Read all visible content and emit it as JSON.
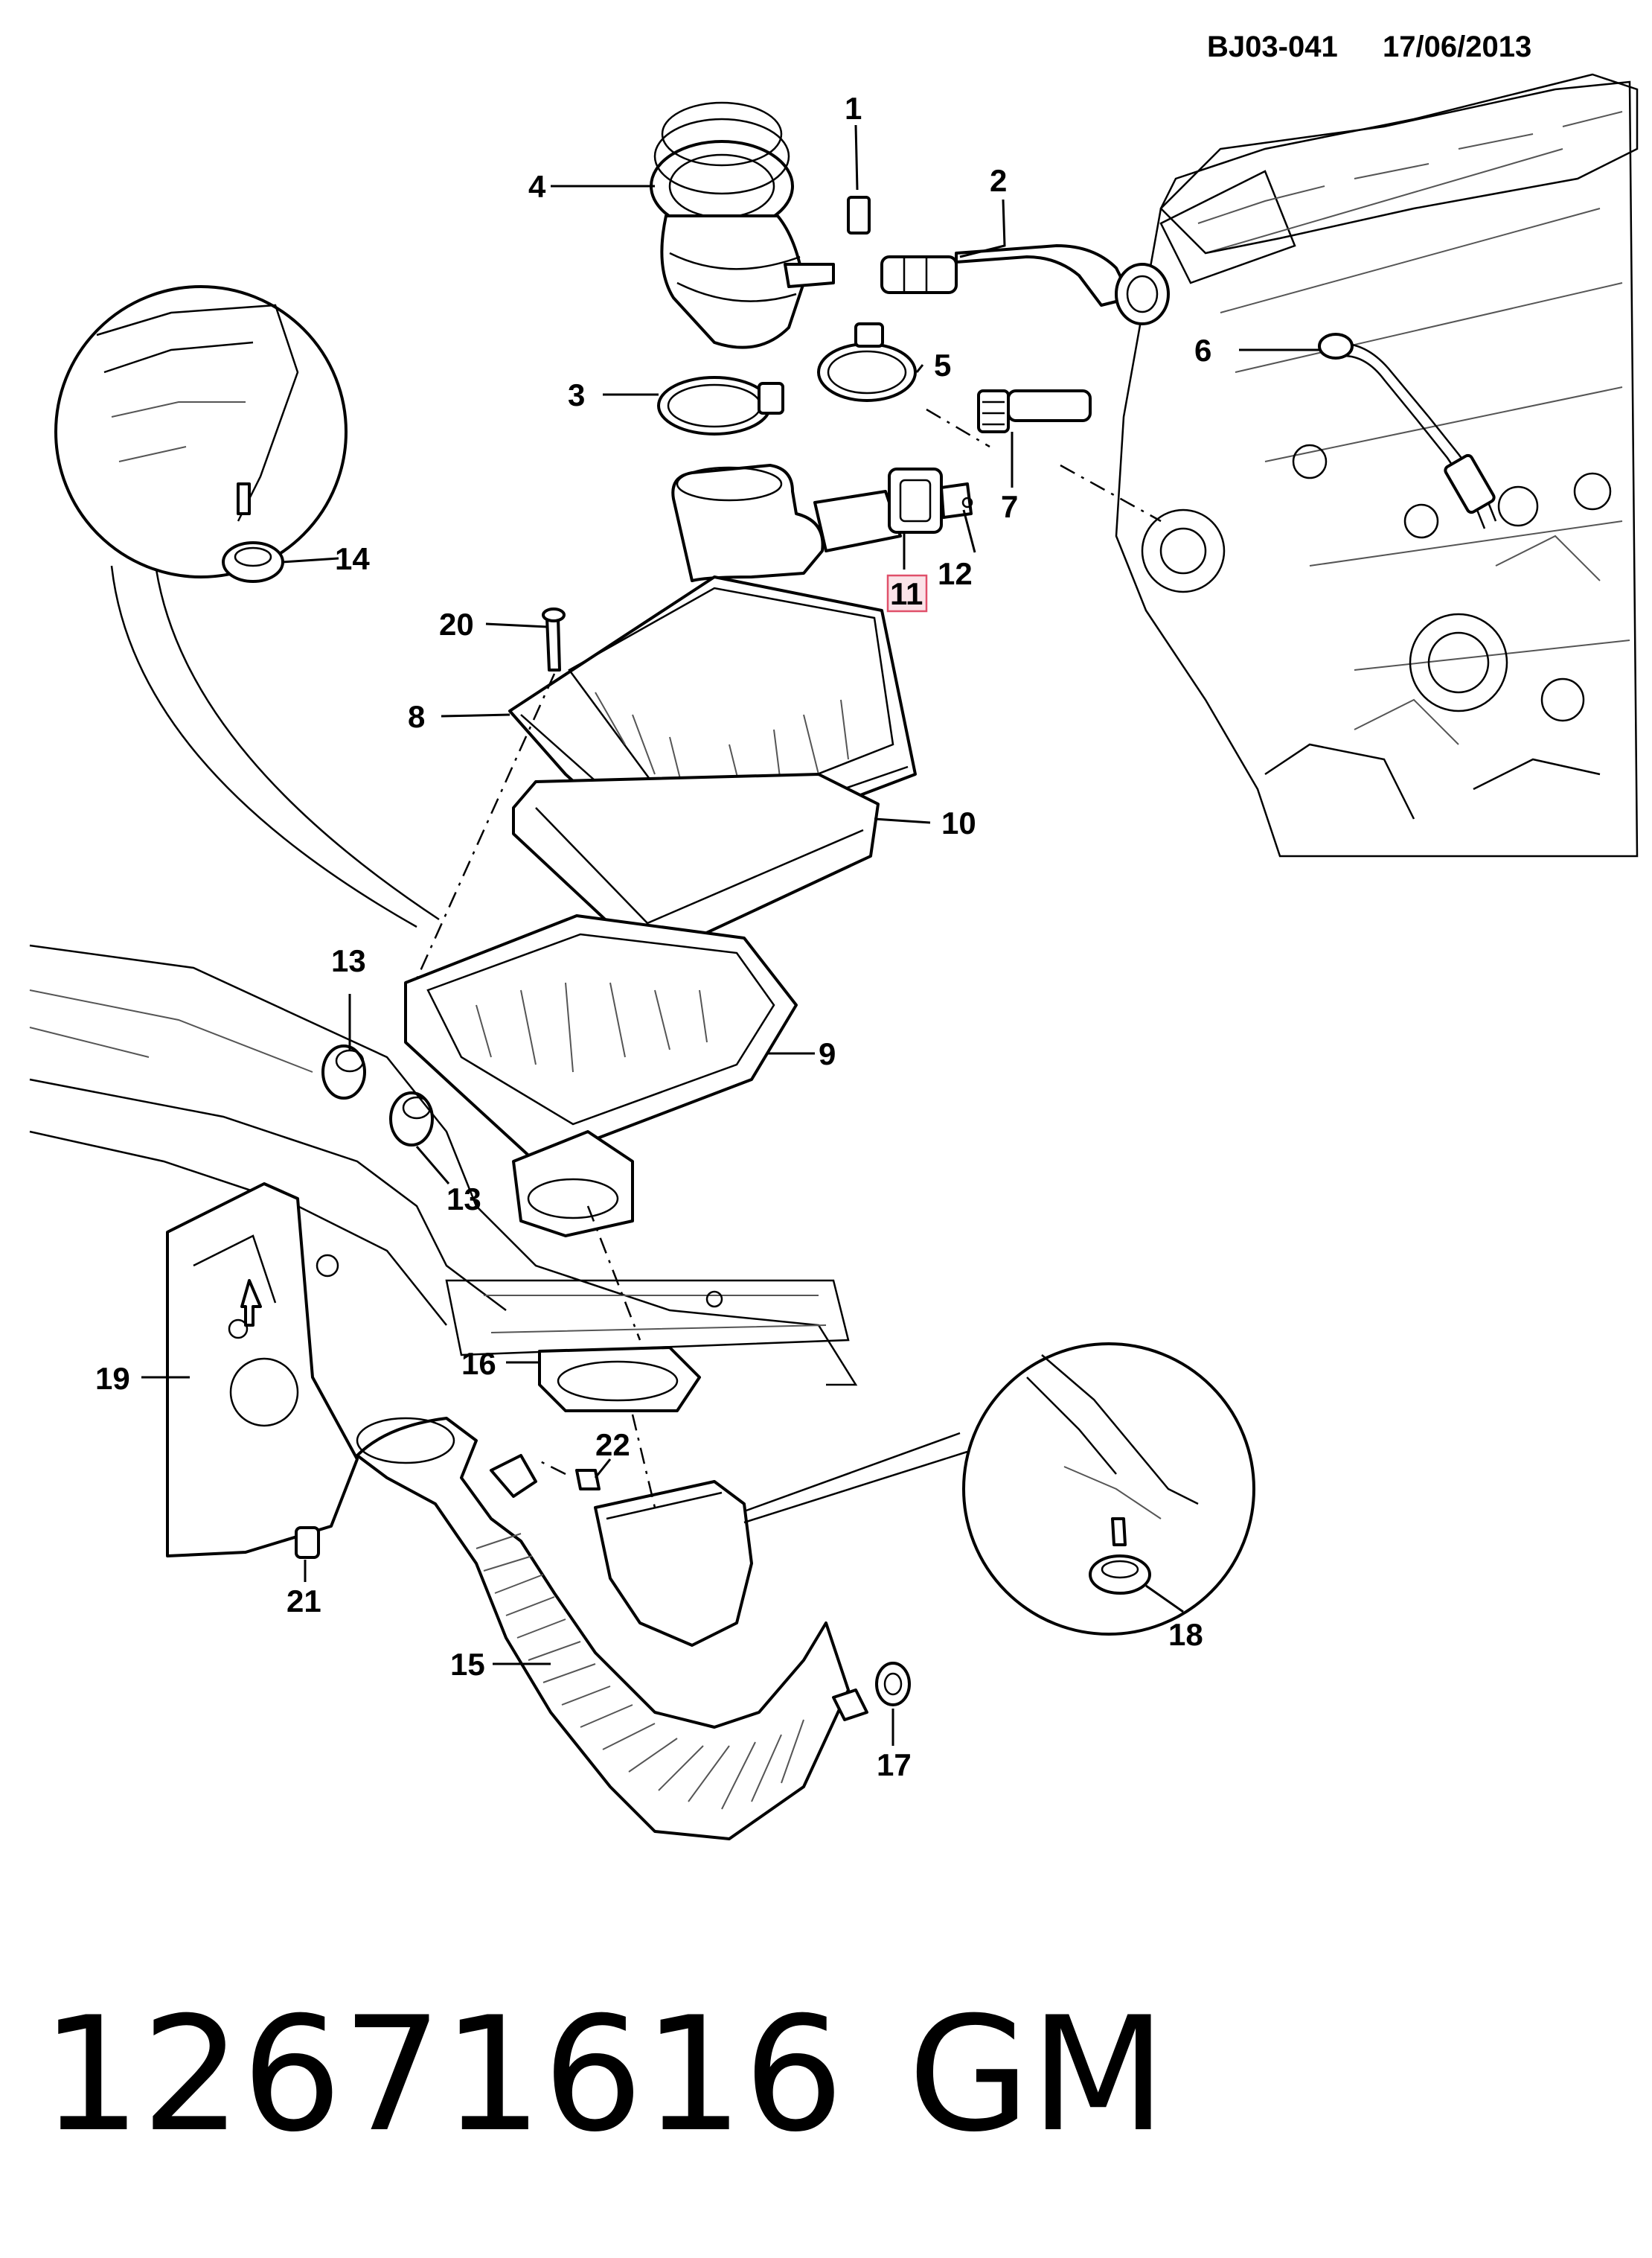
{
  "header": {
    "code": "BJ03-041",
    "date": "17/06/2013"
  },
  "callouts": {
    "c1": "1",
    "c2": "2",
    "c3": "3",
    "c4": "4",
    "c5": "5",
    "c6": "6",
    "c7": "7",
    "c8": "8",
    "c9": "9",
    "c10": "10",
    "c11": "11",
    "c12": "12",
    "c13a": "13",
    "c13b": "13",
    "c14": "14",
    "c15": "15",
    "c16": "16",
    "c17": "17",
    "c18": "18",
    "c19": "19",
    "c20": "20",
    "c21": "21",
    "c22": "22"
  },
  "highlighted_callout_color": "#e0506a",
  "footer": {
    "part_number": "12671616",
    "brand": "GM"
  }
}
